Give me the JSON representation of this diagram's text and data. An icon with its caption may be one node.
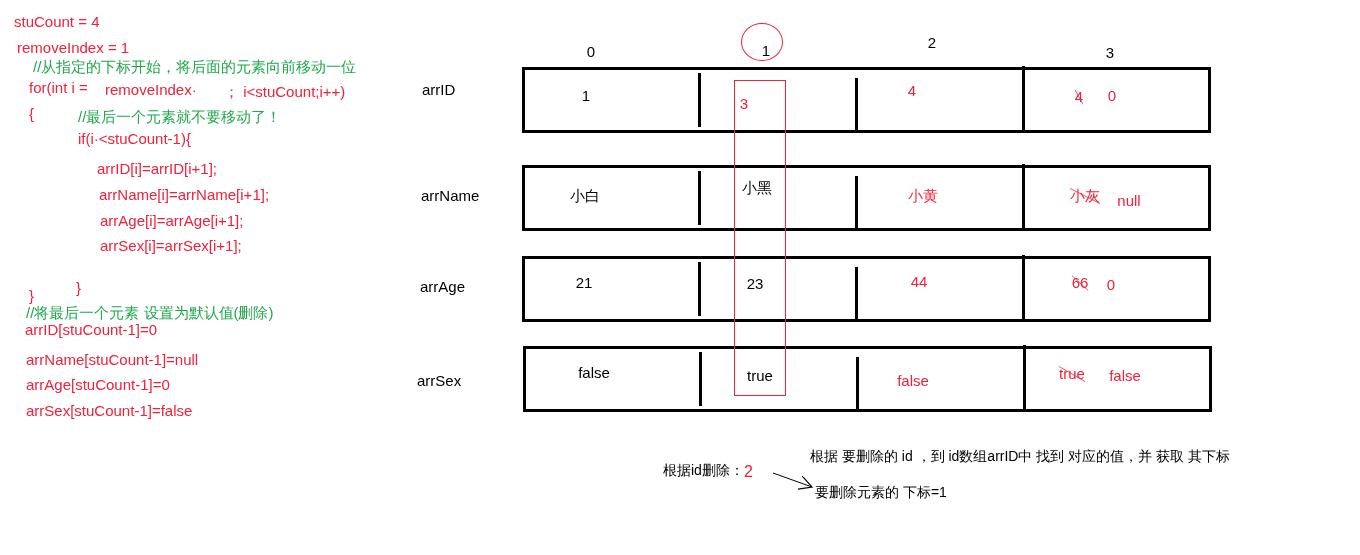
{
  "diagram": {
    "nodes": [
      {
        "text": [
          "1"
        ]
      },
      {
        "text": [
          "arrID"
        ]
      },
      {
        "text": [
          "1"
        ],
        "in": 1
      },
      {
        "text": [
          "3"
        ],
        "in": 1
      },
      {
        "text": [
          "4"
        ],
        "in": 1
      },
      {
        "text": [
          "4",
          "0"
        ],
        "in": 1
      },
      {
        "text": [
          "arrName"
        ]
      },
      {
        "text": [
          "小白"
        ],
        "in": 6
      },
      {
        "text": [
          "小黑"
        ],
        "in": 6
      },
      {
        "text": [
          "小黄"
        ],
        "in": 6
      },
      {
        "text": [
          "小灰",
          "null"
        ],
        "in": 6
      },
      {
        "text": [
          "arrAge"
        ]
      },
      {
        "text": [
          "21"
        ],
        "in": 11
      },
      {
        "text": [
          "23"
        ],
        "in": 11
      },
      {
        "text": [
          "44"
        ],
        "in": 11
      },
      {
        "text": [
          "66",
          "0"
        ],
        "in": 11
      },
      {
        "text": [
          "arrSex"
        ]
      },
      {
        "text": [
          "false"
        ],
        "in": 16
      },
      {
        "text": [
          "true"
        ],
        "in": 16
      },
      {
        "text": [
          "false"
        ],
        "in": 16
      },
      {
        "text": [
          "true",
          "false"
        ],
        "in": 16
      },
      {
        "text": [
          "根据id删除：",
          "2"
        ]
      },
      {
        "text": [
          "根据 要删除的 id ，到 id数组arrID中 找到 对应的值，并 获取 其下标"
        ]
      },
      {
        "text": [
          "要删除元素的 下标=1"
        ]
      }
    ],
    "edges": [
      {
        "from": 21,
        "to": 23,
        "arrow": "to"
      }
    ],
    "labels": [
      "stuCount = 4",
      "removeIndex = 1",
      "//从指定的下标开始，将后面的元素向前移动一位",
      "for(int i =",
      "removeIndex·",
      "； i<stuCount;i++)",
      "{",
      "//最后一个元素就不要移动了！",
      "if(i·<stuCount-1){",
      "arrID[i]=arrID[i+1];",
      "arrName[i]=arrName[i+1];",
      "arrAge[i]=arrAge[i+1];",
      "arrSex[i]=arrSex[i+1];",
      "}",
      "}",
      "//将最后一个元素 设置为默认值(删除)",
      "arrID[stuCount-1]=0",
      "arrName[stuCount-1]=null",
      "arrAge[stuCount-1]=0",
      "arrSex[stuCount-1]=false",
      "0",
      "2",
      "3"
    ]
  }
}
